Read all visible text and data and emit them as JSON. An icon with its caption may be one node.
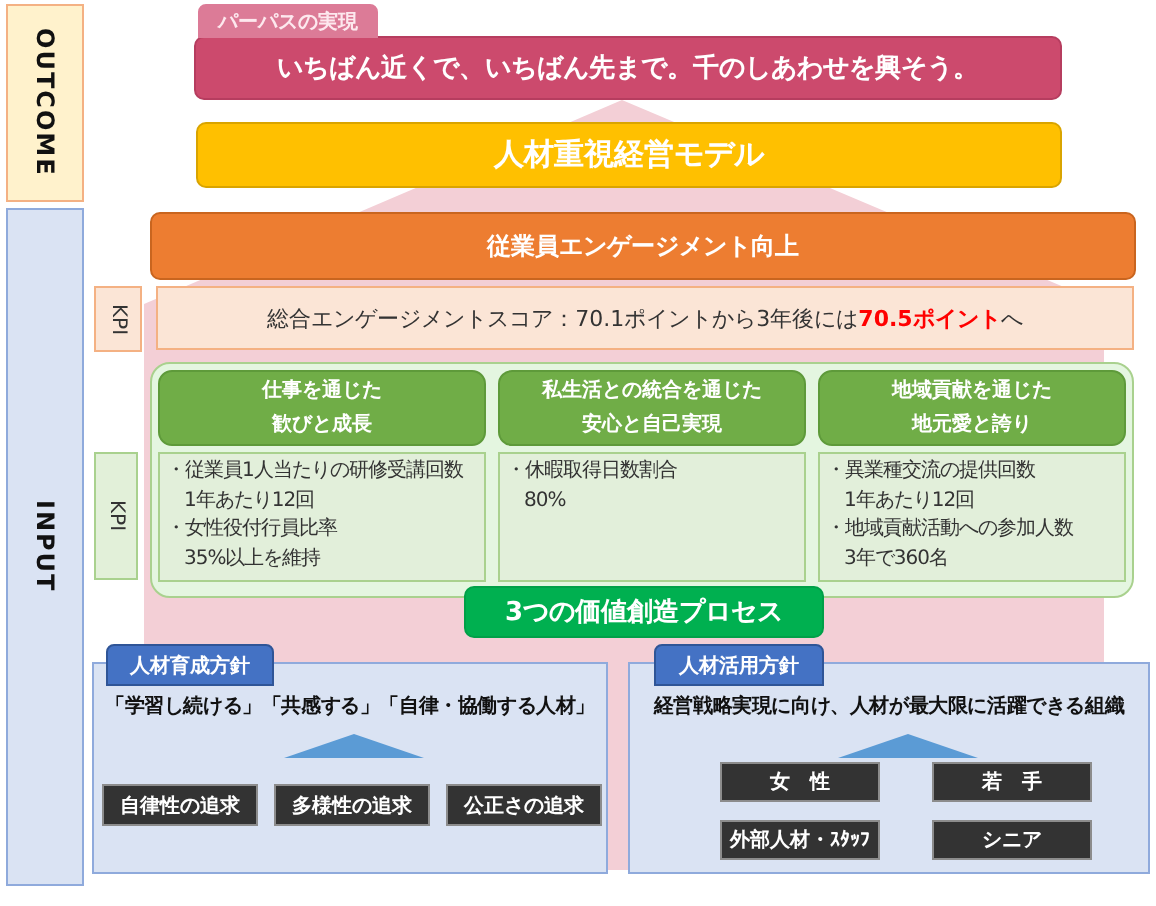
{
  "diagram": {
    "nodes": [
      {
        "text": [
          "OUTCOME"
        ]
      },
      {
        "text": [
          "パーパスの実現"
        ]
      },
      {
        "text": [
          "いちばん近くで、いちばん先まで。千のしあわせを興そう。"
        ]
      },
      {
        "text": [
          "人材重視経営モデル"
        ]
      },
      {
        "text": [
          "INPUT"
        ]
      },
      {
        "text": [
          "従業員エンゲージメント向上"
        ]
      },
      {
        "text": [
          "KPI"
        ]
      },
      {
        "text": [
          "総合エンゲージメントスコア：70.1ポイントから3年後には**70.5ポイント**へ"
        ]
      },
      {
        "text": [],
        "shape": "box"
      },
      {
        "text": [
          "仕事を通じた歓びと成長"
        ],
        "in": 8
      },
      {
        "text": [
          "私生活との統合を通じた安心と自己実現"
        ],
        "in": 8
      },
      {
        "text": [
          "地域貢献を通じた地元愛と誇り"
        ],
        "in": 8
      },
      {
        "text": [
          "KPI"
        ]
      },
      {
        "text": [
          "・従業員1人当たりの研修受講回数",
          "1年あたり12回",
          "・女性役付行員比率",
          "35%以上を維持"
        ],
        "in": 8
      },
      {
        "text": [
          "・休暇取得日数割合",
          "80%"
        ],
        "in": 8
      },
      {
        "text": [
          "・異業種交流の提供回数",
          "1年あたり12回",
          "・地域貢献活動への参加人数",
          "3年で360名"
        ],
        "in": 8
      },
      {
        "text": [
          "3つの価値創造プロセス"
        ]
      },
      {
        "text": [
          "人材育成方針"
        ]
      },
      {
        "text": [
          "「学習し続ける」「共感する」「自律・協働する人材」"
        ]
      },
      {
        "text": [
          "自律性の追求"
        ],
        "in": 18
      },
      {
        "text": [
          "多様性の追求"
        ],
        "in": 18
      },
      {
        "text": [
          "公正さの追求"
        ],
        "in": 18
      },
      {
        "text": [
          "人材活用方針"
        ]
      },
      {
        "text": [
          "経営戦略実現に向け、人材が最大限に活躍できる組織"
        ]
      },
      {
        "text": [
          "女 性"
        ],
        "in": 23
      },
      {
        "text": [
          "若 手"
        ],
        "in": 23
      },
      {
        "text": [
          "外部人材・ｽﾀｯﾌ"
        ],
        "in": 23
      },
      {
        "text": [
          "シニア"
        ],
        "in": 23
      }
    ]
  }
}
